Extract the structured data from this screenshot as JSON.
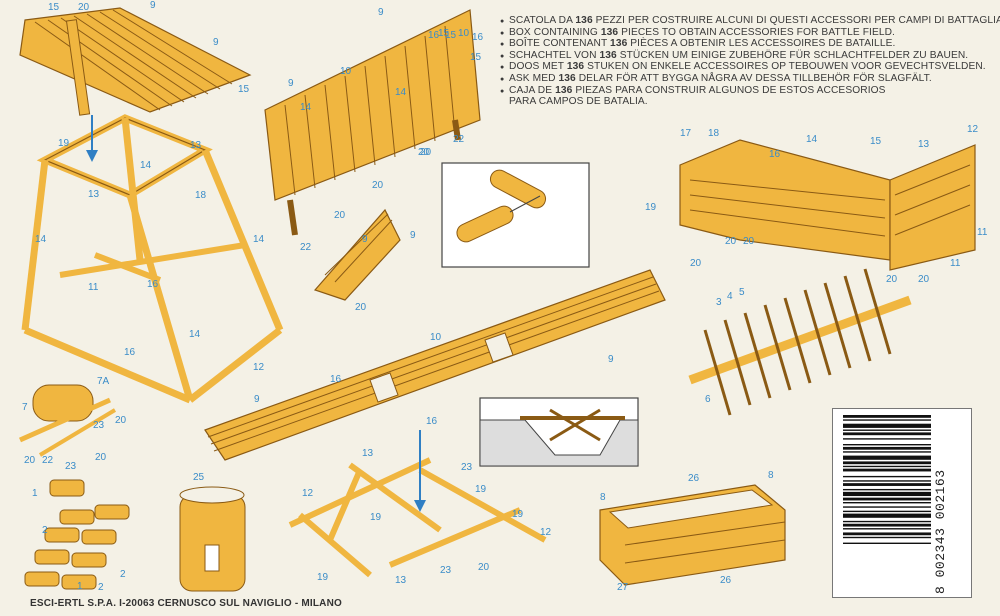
{
  "colors": {
    "background": "#f4f1e6",
    "wood": "#f0b640",
    "wood_outline": "#8a5a14",
    "number_blue": "#3a8cc8",
    "arrow_blue": "#2f7fc4"
  },
  "info_lines": [
    {
      "pre": "SCATOLA DA ",
      "num": "136",
      "post": " PEZZI PER COSTRUIRE ALCUNI DI QUESTI ACCESSORI PER CAMPI DI BATTAGLIA."
    },
    {
      "pre": "BOX CONTAINING ",
      "num": "136",
      "post": " PIECES TO OBTAIN ACCESSORIES FOR BATTLE FIELD."
    },
    {
      "pre": "BOÎTE CONTENANT ",
      "num": "136",
      "post": " PIÈCES A OBTENIR LES ACCESSOIRES DE BATAILLE."
    },
    {
      "pre": "SCHACHTEL VON ",
      "num": "136",
      "post": " STÜCKEN UM EINIGE ZUBEHÖRE FÜR SCHLACHTFELDER ZU BAUEN."
    },
    {
      "pre": "DOOS MET ",
      "num": "136",
      "post": " STUKEN ON ENKELE ACCESSOIRES OP TEBOUWEN VOOR GEVECHTSVELDEN."
    },
    {
      "pre": "ASK MED ",
      "num": "136",
      "post": " DELAR FÖR ATT BYGGA NÅGRA AV DESSA TILLBEHÖR FÖR SLAGFÄLT."
    },
    {
      "pre": "CAJA DE ",
      "num": "136",
      "post": " PIEZAS PARA CONSTRUIR ALGUNOS DE ESTOS ACCESORIOS"
    },
    {
      "pre": "",
      "num": "",
      "post": "PARA CAMPOS DE BATALIA."
    }
  ],
  "footer": "ESCI-ERTL S.P.A. I-20063 CERNUSCO SUL NAVIGLIO - MILANO",
  "barcode_digits": "8 002343 002163",
  "part_labels": [
    "15",
    "20",
    "9",
    "9",
    "15",
    "10",
    "9",
    "15",
    "19",
    "13",
    "14",
    "13",
    "18",
    "14",
    "14",
    "11",
    "16",
    "14",
    "16",
    "12",
    "9",
    "10",
    "16",
    "15",
    "16",
    "15",
    "14",
    "14",
    "22",
    "20",
    "20",
    "20",
    "22",
    "20",
    "9",
    "9",
    "20",
    "17",
    "18",
    "16",
    "14",
    "15",
    "13",
    "12",
    "19",
    "20",
    "20",
    "20",
    "20",
    "20",
    "11",
    "11",
    "10",
    "16",
    "9",
    "9",
    "3",
    "4",
    "5",
    "6",
    "7A",
    "7",
    "20",
    "23",
    "20",
    "22",
    "23",
    "20",
    "13",
    "23",
    "12",
    "19",
    "19",
    "19",
    "12",
    "20",
    "13",
    "23",
    "19",
    "16",
    "1",
    "2",
    "2",
    "1",
    "2",
    "25",
    "26",
    "8",
    "8",
    "27",
    "26"
  ]
}
